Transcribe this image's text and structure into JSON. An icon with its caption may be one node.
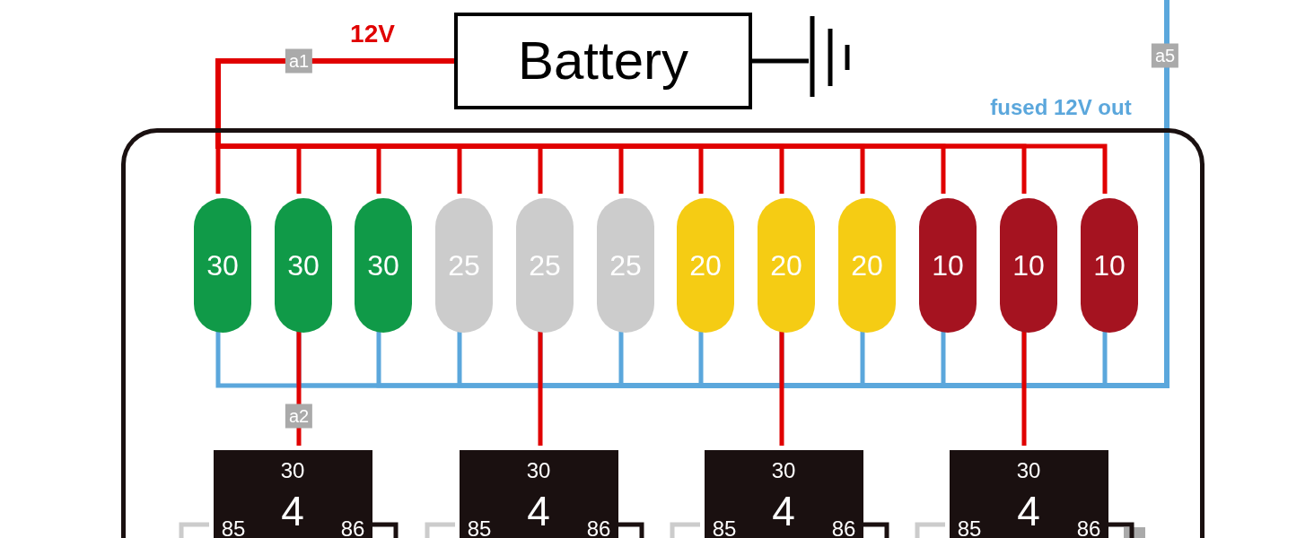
{
  "diagram": {
    "nodes": [
      {
        "text": [
          "Battery"
        ]
      },
      {
        "text": [],
        "shape": "ground"
      },
      {
        "text": [],
        "shape": "box"
      },
      {
        "text": [
          "30"
        ],
        "in": 2
      },
      {
        "text": [
          "30"
        ],
        "in": 2
      },
      {
        "text": [
          "30"
        ],
        "in": 2
      },
      {
        "text": [
          "25"
        ],
        "in": 2
      },
      {
        "text": [
          "25"
        ],
        "in": 2
      },
      {
        "text": [
          "25"
        ],
        "in": 2
      },
      {
        "text": [
          "20"
        ],
        "in": 2
      },
      {
        "text": [
          "20"
        ],
        "in": 2
      },
      {
        "text": [
          "20"
        ],
        "in": 2
      },
      {
        "text": [
          "10"
        ],
        "in": 2
      },
      {
        "text": [
          "10"
        ],
        "in": 2
      },
      {
        "text": [
          "10"
        ],
        "in": 2
      },
      {
        "text": [
          "30",
          "85",
          "4",
          "86"
        ],
        "in": 2
      },
      {
        "text": [
          "30",
          "85",
          "4",
          "86"
        ],
        "in": 2
      },
      {
        "text": [
          "30",
          "85",
          "4",
          "86"
        ],
        "in": 2
      },
      {
        "text": [
          "30",
          "85",
          "4",
          "86"
        ],
        "in": 2
      }
    ],
    "edges": [
      {
        "from": 0,
        "to": 1,
        "arrow": "none",
        "color": "#000000"
      },
      {
        "from": 0,
        "to": 3,
        "arrow": "none"
      },
      {
        "from": 0,
        "to": 4,
        "arrow": "none"
      },
      {
        "from": 0,
        "to": 5,
        "arrow": "none"
      },
      {
        "from": 0,
        "to": 6,
        "arrow": "none"
      },
      {
        "from": 0,
        "to": 7,
        "arrow": "none"
      },
      {
        "from": 0,
        "to": 8,
        "arrow": "none"
      },
      {
        "from": 0,
        "to": 9,
        "arrow": "none"
      },
      {
        "from": 0,
        "to": 10,
        "arrow": "none"
      },
      {
        "from": 0,
        "to": 11,
        "arrow": "none"
      },
      {
        "from": 0,
        "to": 12,
        "arrow": "none"
      },
      {
        "from": 0,
        "to": 13,
        "arrow": "none"
      },
      {
        "from": 0,
        "to": 14,
        "arrow": "none"
      },
      {
        "from": 3,
        "to": null,
        "arrow": "none",
        "color": "#5ba7dc"
      },
      {
        "from": 4,
        "to": null,
        "arrow": "none",
        "color": "#5ba7dc"
      },
      {
        "from": 5,
        "to": null,
        "arrow": "none",
        "color": "#5ba7dc"
      },
      {
        "from": 6,
        "to": null,
        "arrow": "none",
        "color": "#5ba7dc"
      },
      {
        "from": 7,
        "to": null,
        "arrow": "none",
        "color": "#5ba7dc"
      },
      {
        "from": 8,
        "to": null,
        "arrow": "none",
        "color": "#5ba7dc"
      },
      {
        "from": 9,
        "to": null,
        "arrow": "none",
        "color": "#5ba7dc"
      },
      {
        "from": 10,
        "to": null,
        "arrow": "none",
        "color": "#5ba7dc"
      },
      {
        "from": 11,
        "to": null,
        "arrow": "none",
        "color": "#5ba7dc"
      },
      {
        "from": 12,
        "to": null,
        "arrow": "none",
        "color": "#5ba7dc"
      },
      {
        "from": 13,
        "to": null,
        "arrow": "none",
        "color": "#5ba7dc"
      },
      {
        "from": 14,
        "to": null,
        "arrow": "none",
        "color": "#5ba7dc"
      },
      {
        "from": 4,
        "to": 15,
        "arrow": "none"
      },
      {
        "from": 7,
        "to": 16,
        "arrow": "none"
      },
      {
        "from": 10,
        "to": 17,
        "arrow": "none"
      },
      {
        "from": 13,
        "to": 18,
        "arrow": "none"
      },
      {
        "from": 15,
        "to": null,
        "arrow": "none",
        "color": "#cccccc"
      },
      {
        "from": 15,
        "to": null,
        "arrow": "none",
        "color": "#1a1010"
      },
      {
        "from": 16,
        "to": null,
        "arrow": "none",
        "color": "#cccccc"
      },
      {
        "from": 16,
        "to": null,
        "arrow": "none",
        "color": "#1a1010"
      },
      {
        "from": 17,
        "to": null,
        "arrow": "none",
        "color": "#cccccc"
      },
      {
        "from": 17,
        "to": null,
        "arrow": "none",
        "color": "#1a1010"
      },
      {
        "from": 18,
        "to": null,
        "arrow": "none",
        "color": "#cccccc"
      },
      {
        "from": 18,
        "to": null,
        "arrow": "none",
        "color": "#1a1010"
      }
    ],
    "labels": [
      "12V",
      "a5",
      "a1",
      "fused 12V out",
      "a2"
    ]
  }
}
